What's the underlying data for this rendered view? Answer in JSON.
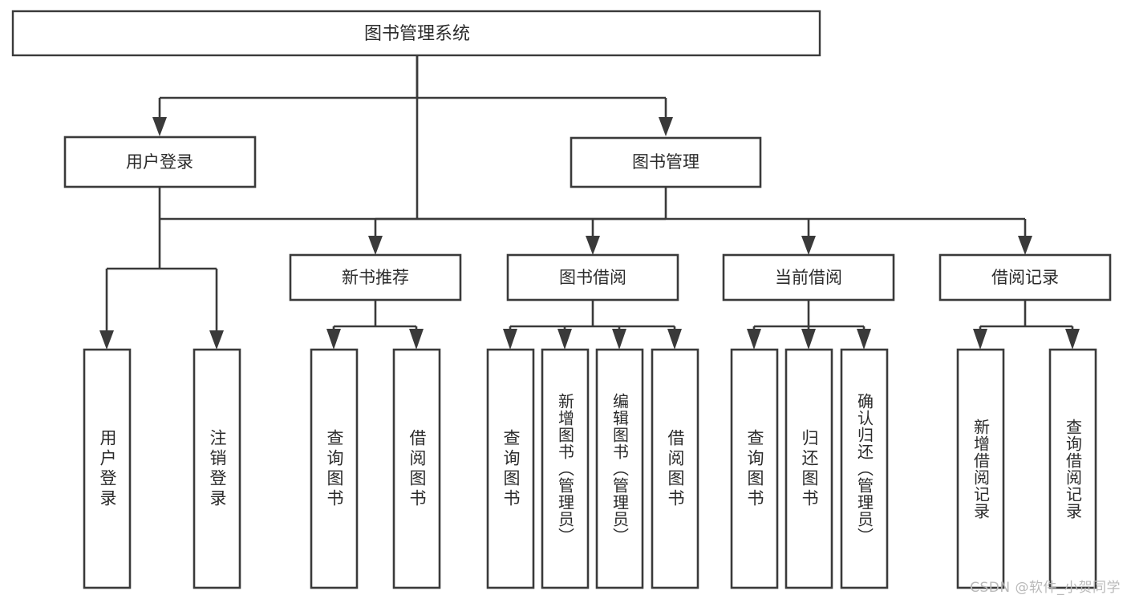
{
  "diagram": {
    "type": "tree-hierarchy",
    "title": "图书管理系统",
    "watermark": "CSDN @软件_小贺同学",
    "colors": {
      "background": "#ffffff",
      "box_fill": "#ffffff",
      "box_stroke": "#3a3a3a",
      "text": "#2b2b2b",
      "watermark": "#b9b9b9"
    },
    "root": {
      "label": "图书管理系统"
    },
    "level2": [
      {
        "label": "用户登录"
      },
      {
        "label": "图书管理"
      }
    ],
    "level3": [
      {
        "label": "新书推荐"
      },
      {
        "label": "图书借阅"
      },
      {
        "label": "当前借阅"
      },
      {
        "label": "借阅记录"
      }
    ],
    "leaves": {
      "user_login": [
        {
          "label": "用户登录"
        },
        {
          "label": "注销登录"
        }
      ],
      "new_book_recommend": [
        {
          "label": "查询图书"
        },
        {
          "label": "借阅图书"
        }
      ],
      "book_borrow": [
        {
          "label": "查询图书"
        },
        {
          "label": "新增图书（管理员）"
        },
        {
          "label": "编辑图书（管理员）"
        },
        {
          "label": "借阅图书"
        }
      ],
      "current_borrow": [
        {
          "label": "查询图书"
        },
        {
          "label": "归还图书"
        },
        {
          "label": "确认归还（管理员）"
        }
      ],
      "borrow_record": [
        {
          "label": "新增借阅记录"
        },
        {
          "label": "查询借阅记录"
        }
      ]
    }
  }
}
